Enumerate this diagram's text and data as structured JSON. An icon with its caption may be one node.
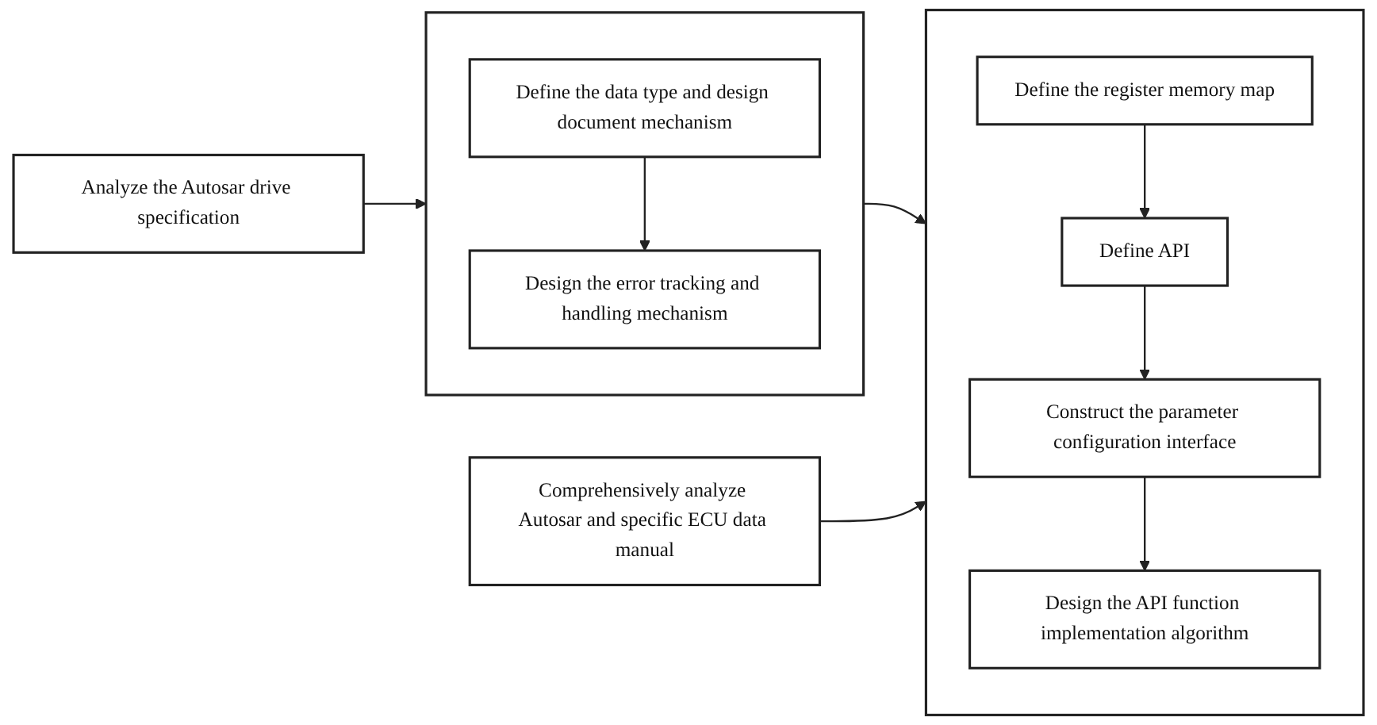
{
  "diagram": {
    "nodes": [
      {
        "text": [
          "Analyze the Autosar drive specification"
        ]
      },
      {
        "text": [],
        "shape": "box"
      },
      {
        "text": [
          "Define the data type and design document mechanism"
        ],
        "in": 1
      },
      {
        "text": [
          "Design the error tracking and handling mechanism"
        ],
        "in": 1
      },
      {
        "text": [
          "Comprehensively analyze Autosar and specific ECU data manual"
        ]
      },
      {
        "text": [],
        "shape": "box"
      },
      {
        "text": [
          "Define the register memory map"
        ],
        "in": 5
      },
      {
        "text": [
          "Define API"
        ],
        "in": 5
      },
      {
        "text": [
          "Construct the parameter configuration interface"
        ],
        "in": 5
      },
      {
        "text": [
          "Design the API function implementation algorithm"
        ],
        "in": 5
      }
    ],
    "edges": [
      {
        "from": 0,
        "to": 1,
        "arrow": "to"
      },
      {
        "from": 2,
        "to": 3,
        "arrow": "to"
      },
      {
        "from": 1,
        "to": 5,
        "arrow": "to"
      },
      {
        "from": 4,
        "to": 5,
        "arrow": "to"
      },
      {
        "from": 6,
        "to": 7,
        "arrow": "to"
      },
      {
        "from": 7,
        "to": 8,
        "arrow": "to"
      },
      {
        "from": 8,
        "to": 9,
        "arrow": "to"
      }
    ]
  }
}
